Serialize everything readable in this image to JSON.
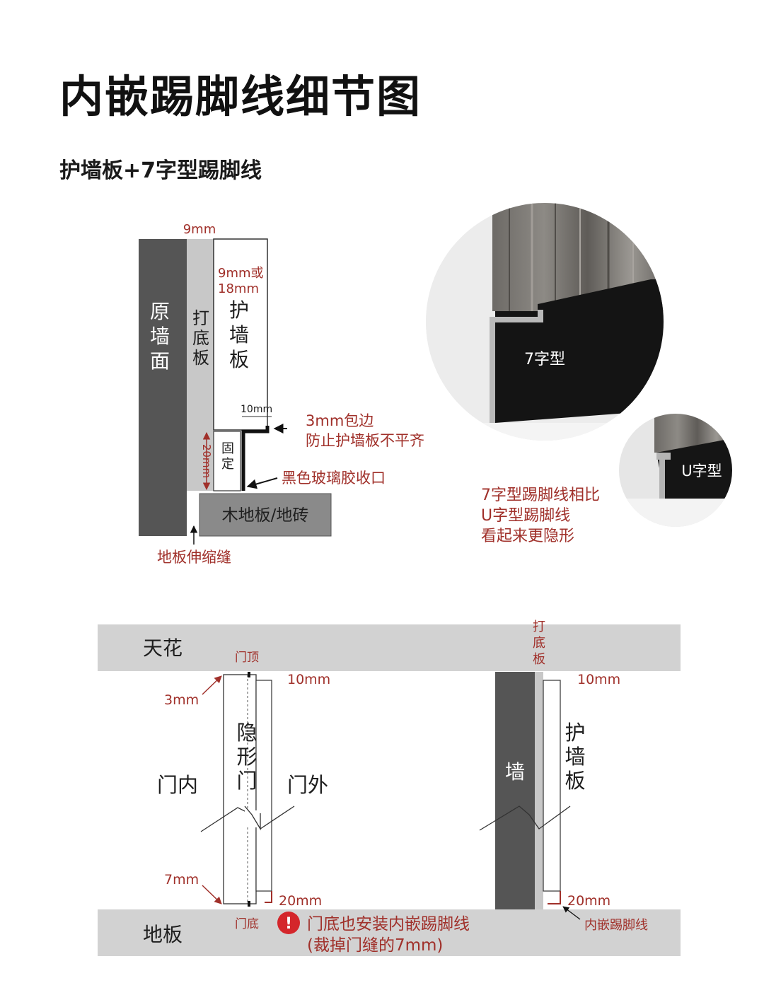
{
  "title": "内嵌踢脚线细节图",
  "subtitle": "护墙板+7字型踢脚线",
  "section1": {
    "dim_9mm": "9mm",
    "original_wall": [
      "原",
      "墙",
      "面"
    ],
    "base_board": [
      "打",
      "底",
      "板"
    ],
    "panel_thickness": [
      "9mm或",
      "18mm"
    ],
    "wall_panel": [
      "护",
      "墙",
      "板"
    ],
    "dim_10mm": "10mm",
    "edge_wrap": [
      "3mm包边",
      "防止护墙板不平齐"
    ],
    "fix": [
      "固",
      "定"
    ],
    "dim_20mm": "20mm",
    "black_glue": "黑色玻璃胶收口",
    "floor": "木地板/地砖",
    "expansion_gap": "地板伸缩缝"
  },
  "photo": {
    "seven_type": "7字型",
    "u_type": "U字型",
    "compare": [
      "7字型踢脚线相比",
      "U字型踢脚线",
      "看起来更隐形"
    ]
  },
  "section2": {
    "ceiling": "天花",
    "floor": "地板",
    "door_top": "门顶",
    "door_bottom": "门底",
    "dim_3mm": "3mm",
    "dim_10mm_left": "10mm",
    "dim_7mm": "7mm",
    "dim_20mm_left": "20mm",
    "hidden_door": [
      "隐",
      "形",
      "门"
    ],
    "door_inside": "门内",
    "door_outside": "门外",
    "warn_icon": "!",
    "warning": [
      "门底也安装内嵌踢脚线",
      "(裁掉门缝的7mm)"
    ],
    "base_board_v": [
      "打",
      "底",
      "板"
    ],
    "wall": "墙",
    "dim_10mm_right": "10mm",
    "wall_panel": [
      "护",
      "墙",
      "板"
    ],
    "dim_20mm_right": "20mm",
    "inset_skirting": "内嵌踢脚线"
  },
  "colors": {
    "accent": "#a0302a",
    "dark_wall": "#555555",
    "light_grey": "#c8c8c8",
    "band_grey": "#d2d2d2"
  }
}
